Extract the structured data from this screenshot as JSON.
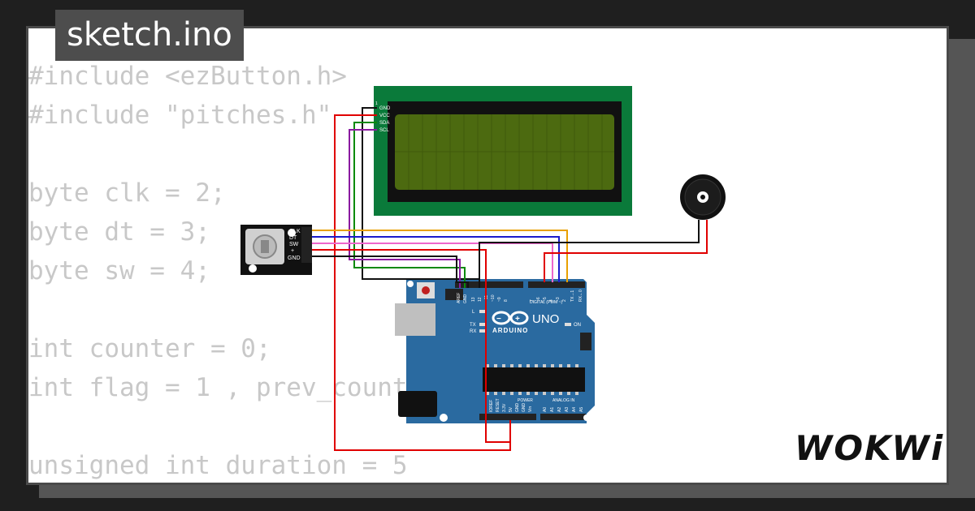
{
  "header": {
    "title": "sketch.ino"
  },
  "code": {
    "lines": [
      "#include <ezButton.h>",
      "#include \"pitches.h\"",
      "",
      "byte clk = 2;",
      "byte dt = 3;",
      "byte sw = 4;",
      "",
      "int counter = 0;",
      "int flag = 1 , prev_count;",
      "",
      "unsigned int duration = 5"
    ]
  },
  "lcd": {
    "pins": [
      "GND",
      "VCC",
      "SDA",
      "SCL"
    ]
  },
  "encoder": {
    "pins": [
      "CLK",
      "DT",
      "SW",
      "+",
      "GND"
    ]
  },
  "arduino": {
    "brand": "ARDUINO",
    "model": "UNO",
    "on_label": "ON",
    "l_label": "L",
    "tx_label": "TX",
    "rx_label": "RX",
    "aref": "AREF",
    "gnd": "GND",
    "digital_label": "DIGITAL (PWM ~)",
    "power_label": "POWER",
    "analog_label": "ANALOG IN",
    "digital_pins": [
      "13",
      "12",
      "~11",
      "~10",
      "~9",
      "8",
      "7",
      "~6",
      "~5",
      "4",
      "~3",
      "2",
      "TX→1",
      "RX←0"
    ],
    "power_pins": [
      "IOREF",
      "RESET",
      "3.3V",
      "5V",
      "GND",
      "GND",
      "Vin"
    ],
    "analog_pins": [
      "A0",
      "A1",
      "A2",
      "A3",
      "A4",
      "A5"
    ]
  },
  "brand_logo": "WOKWi",
  "colors": {
    "wire_red": "#e00000",
    "wire_black": "#111111",
    "wire_green": "#0a8a0a",
    "wire_purple": "#8a1aa0",
    "wire_blue": "#1a1acc",
    "wire_pink": "#ee66cc",
    "wire_orange": "#e8a000",
    "board_blue": "#2a6aa0",
    "lcd_green": "#0a7a3a",
    "lcd_screen": "#4c6a10"
  }
}
